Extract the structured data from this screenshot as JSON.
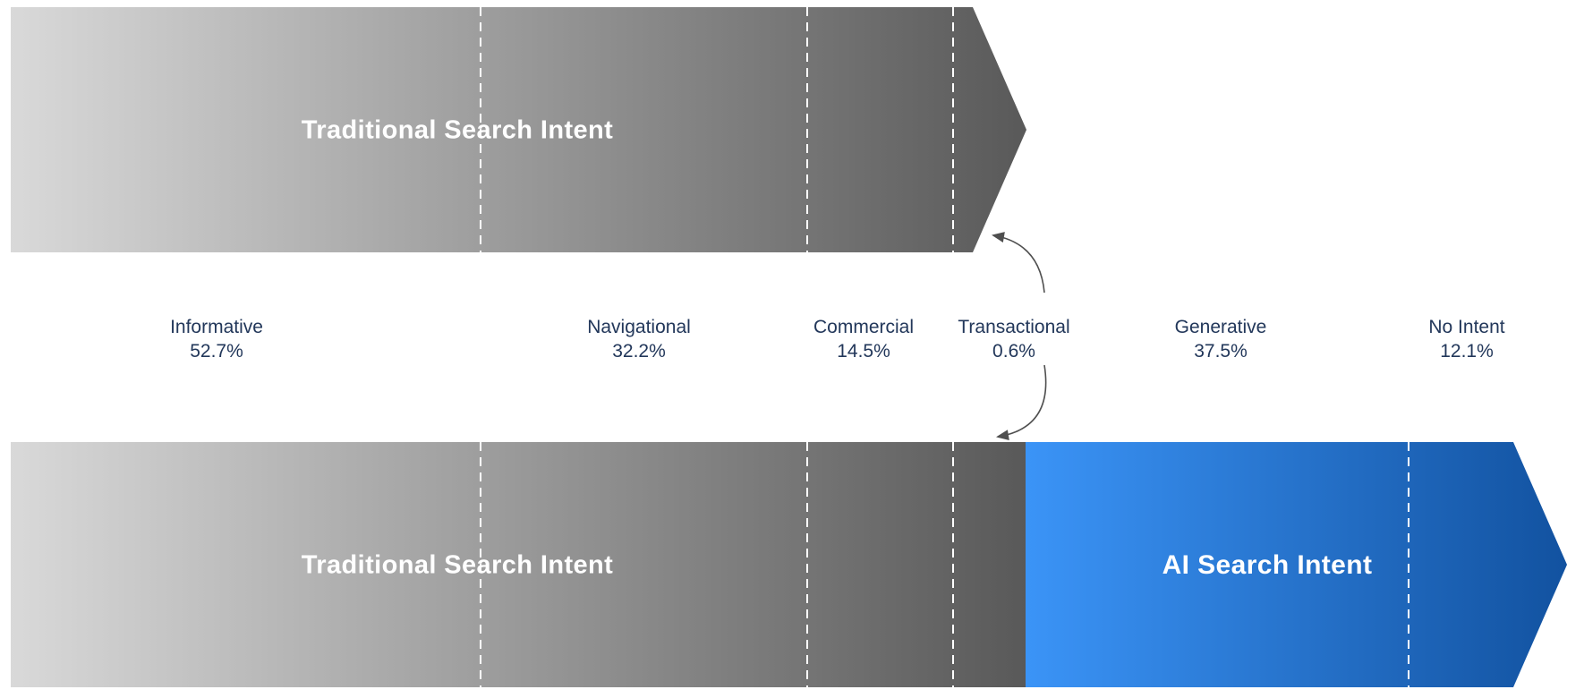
{
  "bars": {
    "top": {
      "label": "Traditional Search Intent"
    },
    "bottom": {
      "traditional_label": "Traditional Search Intent",
      "ai_label": "AI Search Intent"
    }
  },
  "intent_labels": [
    {
      "name": "Informative",
      "value": "52.7%"
    },
    {
      "name": "Navigational",
      "value": "32.2%"
    },
    {
      "name": "Commercial",
      "value": "14.5%"
    },
    {
      "name": "Transactional",
      "value": "0.6%"
    },
    {
      "name": "Generative",
      "value": "37.5%"
    },
    {
      "name": "No Intent",
      "value": "12.1%"
    }
  ],
  "colors": {
    "gray-start": "#d9d9d9",
    "gray-end": "#595959",
    "blue-start": "#3b94f7",
    "blue-end": "#1252a0",
    "label-text": "#22375a",
    "arrow-color": "#4f4f4f",
    "dash-color": "#ffffff"
  },
  "chart_data": {
    "type": "bar",
    "title": "",
    "categories": [
      "Informative",
      "Navigational",
      "Commercial",
      "Transactional",
      "Generative",
      "No Intent"
    ],
    "values": [
      52.7,
      32.2,
      14.5,
      0.6,
      37.5,
      12.1
    ],
    "series": [
      {
        "name": "Traditional Search Intent",
        "categories": [
          "Informative",
          "Navigational",
          "Commercial",
          "Transactional"
        ],
        "values": [
          52.7,
          32.2,
          14.5,
          0.6
        ]
      },
      {
        "name": "AI Search Intent",
        "categories": [
          "Generative",
          "No Intent"
        ],
        "values": [
          37.5,
          12.1
        ]
      }
    ],
    "legend_position": "none",
    "grid": false,
    "annotations": [
      "curved arrow from Transactional label up to tip of traditional-only bar",
      "curved arrow from Transactional label down to combined traditional + AI bar"
    ],
    "layout": "two stacked right-pointing chevron bars; traditional intents on gray gradient, AI intents on blue gradient, white dashed separators between segments"
  }
}
